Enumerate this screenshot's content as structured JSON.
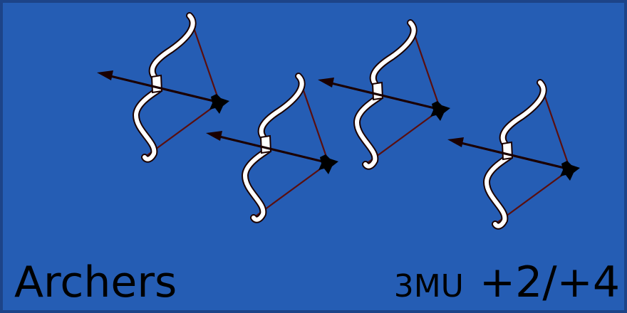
{
  "card": {
    "unit_name": "Archers",
    "cost": "3MU",
    "combat": "+2/+4",
    "background_color": "#255db4",
    "border_color": "#1d4488",
    "text_color": "#000000"
  },
  "art": {
    "icon": "bow-and-arrow-icon",
    "count": 4,
    "bow_color": "#ffffff",
    "string_color": "#5a0f0f",
    "arrow_color": "#1a0000"
  }
}
